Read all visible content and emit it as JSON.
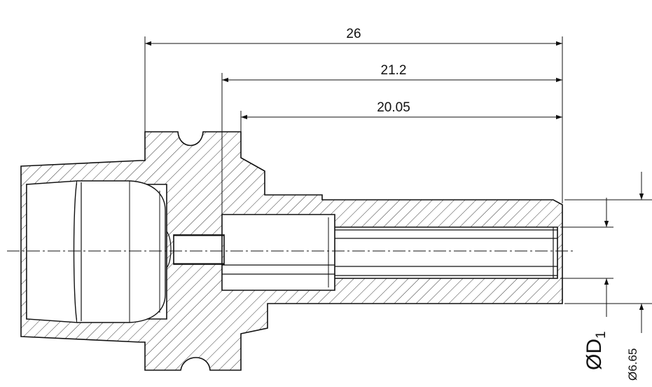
{
  "dimensions": {
    "overall_length": "26",
    "bore_depth": "21.2",
    "spline_length": "20.05",
    "inner_diameter_symbol": "ØD",
    "inner_diameter_subscript": "1",
    "outer_diameter": "Ø6.65"
  }
}
